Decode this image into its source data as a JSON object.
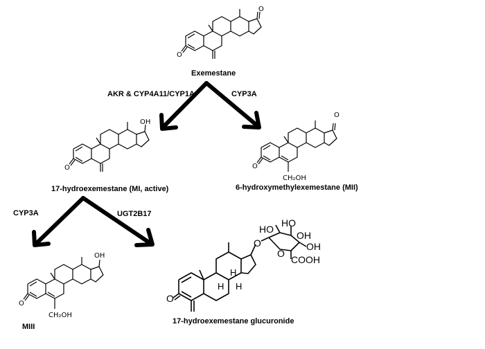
{
  "compounds": {
    "exemestane": {
      "name": "Exemestane",
      "atoms": {
        "keto_top": "O",
        "keto_left": "O"
      }
    },
    "mi": {
      "name": "17-hydroexemestane (MI, active)",
      "atoms": {
        "hydroxyl": "OH",
        "keto_left": "O"
      }
    },
    "mii": {
      "name": "6-hydroxymethylexemestane (MII)",
      "atoms": {
        "keto_top": "O",
        "keto_left": "O",
        "ch2oh": "CH₂OH"
      }
    },
    "miii": {
      "name": "MIII",
      "atoms": {
        "hydroxyl": "OH",
        "keto_left": "O",
        "ch2oh": "CH₂OH"
      }
    },
    "glucuronide": {
      "name": "17-hydroexemestane glucuronide",
      "atoms": {
        "ho1": "HO",
        "ho2": "HO",
        "oh1": "OH",
        "oh2": "OH",
        "cooh": "COOH",
        "o_link": "O",
        "o_ring": "O",
        "keto_left": "O",
        "h1": "H",
        "h2": "H",
        "h3": "H"
      }
    }
  },
  "enzymes": {
    "akr": "AKR & CYP4A11/CYP1A",
    "cyp3a_top": "CYP3A",
    "cyp3a_bottom": "CYP3A",
    "ugt": "UGT2B17"
  }
}
